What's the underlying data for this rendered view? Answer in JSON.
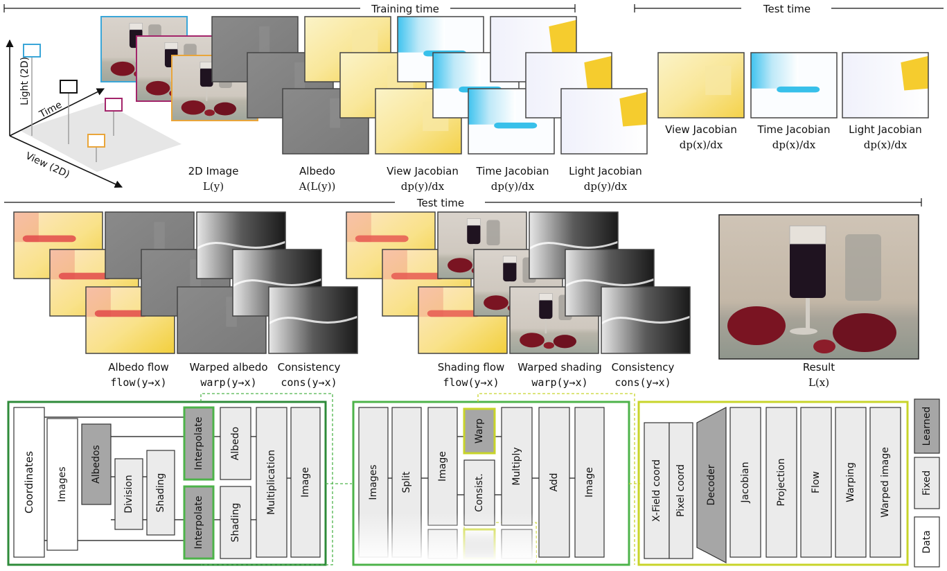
{
  "headers": {
    "training_time": "Training time",
    "test_time_top": "Test time",
    "test_time_mid": "Test time"
  },
  "axes": {
    "light": "Light (2D)",
    "time": "Time",
    "view": "View (2D)"
  },
  "training_labels": [
    {
      "name": "2D Image",
      "formula": "L(y)"
    },
    {
      "name": "Albedo",
      "formula": "A(L(y))"
    },
    {
      "name": "View Jacobian",
      "formula": "dp(y)/dx"
    },
    {
      "name": "Time Jacobian",
      "formula": "dp(y)/dx"
    },
    {
      "name": "Light Jacobian",
      "formula": "dp(y)/dx"
    }
  ],
  "test_top_labels": [
    {
      "name": "View Jacobian",
      "formula": "dp(x)/dx"
    },
    {
      "name": "Time Jacobian",
      "formula": "dp(x)/dx"
    },
    {
      "name": "Light Jacobian",
      "formula": "dp(x)/dx"
    }
  ],
  "test_mid_labels": [
    {
      "name": "Albedo flow",
      "formula": "flow(y→x)"
    },
    {
      "name": "Warped albedo",
      "formula": "warp(y→x)"
    },
    {
      "name": "Consistency",
      "formula": "cons(y→x)"
    },
    {
      "name": "Shading flow",
      "formula": "flow(y→x)"
    },
    {
      "name": "Warped shading",
      "formula": "warp(y→x)"
    },
    {
      "name": "Consistency",
      "formula": "cons(y→x)"
    },
    {
      "name": "Result",
      "formula": "L(x)"
    }
  ],
  "pipeline1": {
    "blocks": [
      "Coordinates",
      "Images",
      "Albedos",
      "Division",
      "Shading",
      "Interpolate",
      "Interpolate",
      "Albedo",
      "Shading",
      "Multiplication",
      "Image"
    ]
  },
  "pipeline2": {
    "blocks": [
      "Images",
      "Split",
      "Image",
      "Warp",
      "Consist.",
      "Multiply",
      "Add",
      "Image"
    ]
  },
  "pipeline3": {
    "blocks": [
      "X-Field coord",
      "Pixel coord",
      "Decoder",
      "Jacobian",
      "Projection",
      "Flow",
      "Warping",
      "Warped image"
    ]
  },
  "legend": [
    "Learned",
    "Fixed",
    "Data"
  ],
  "colors": {
    "green_dark": "#2e8b3a",
    "green_mid": "#4db34a",
    "yellow_green": "#c8d42a",
    "learned": "#a6a6a6",
    "fixed": "#ebebeb",
    "frame_cyan": "#3aa6d8",
    "frame_magenta": "#a3246a",
    "frame_orange": "#e9a53a"
  }
}
